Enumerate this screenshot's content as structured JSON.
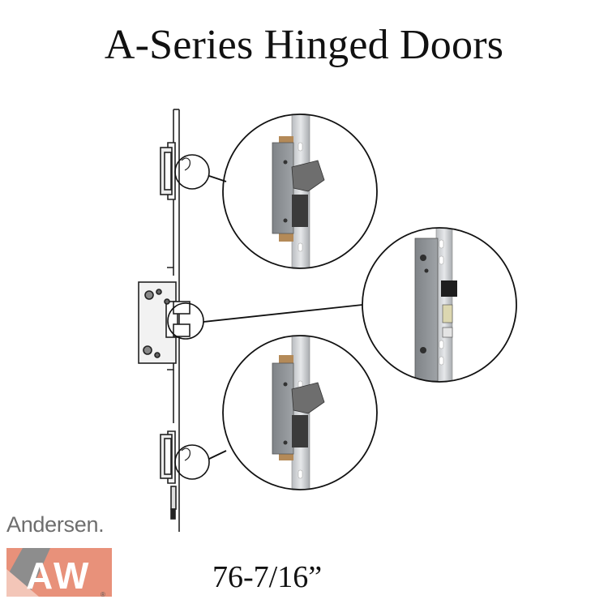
{
  "title": "A-Series Hinged Doors",
  "dimension": "76-7/16”",
  "brand": {
    "name": "Andersen.",
    "logo_letters": "AW",
    "registered_mark": "®",
    "colors": {
      "salmon": "#e8917a",
      "gray": "#8d8d8d",
      "text": "#6e6e6e"
    }
  },
  "components": [
    {
      "name": "top-hook-latch"
    },
    {
      "name": "center-gearbox"
    },
    {
      "name": "bottom-hook-latch"
    }
  ]
}
